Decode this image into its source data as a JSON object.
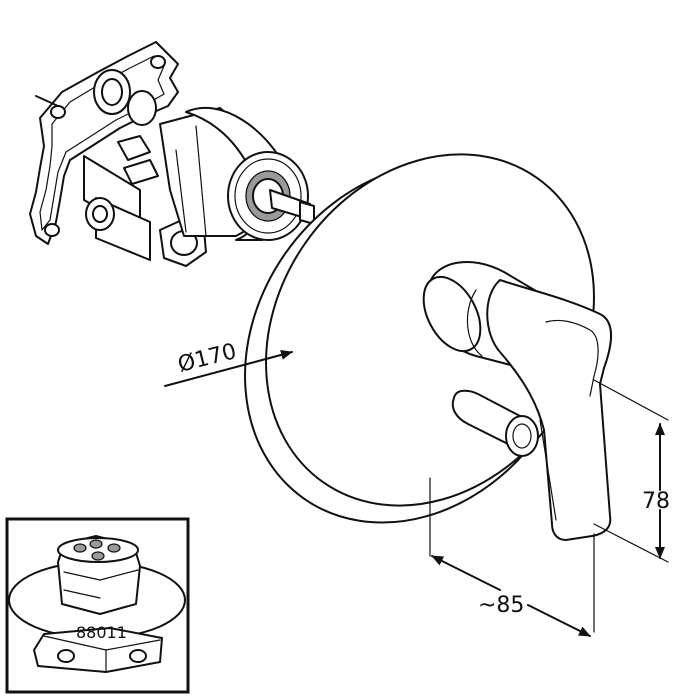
{
  "dimensions": {
    "diameter": "Ø170",
    "height": "78",
    "depth": "~85"
  },
  "inset": {
    "part_number": "88011"
  },
  "colors": {
    "line": "#111111",
    "background": "#ffffff"
  }
}
